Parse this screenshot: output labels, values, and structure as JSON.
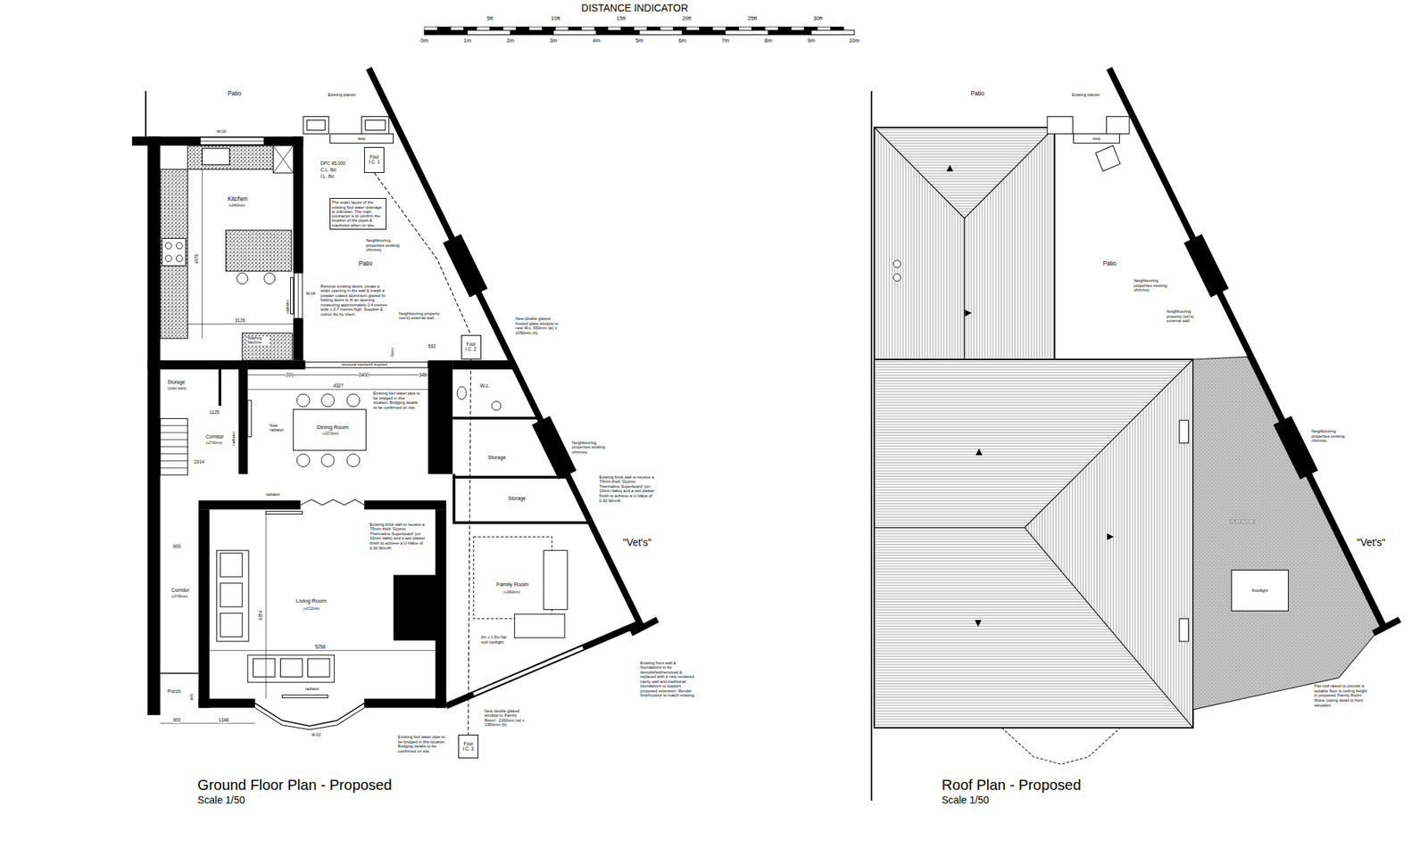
{
  "diagram": {
    "nodes": [
      {
        "text": [
          "step"
        ]
      },
      {
        "text": [
          "Foul I.C. 1"
        ]
      },
      {
        "text": [
          "The exact layout of the existing foul water drainage is unknown. The main contractor is to confirm the location of the pipes & manholes when on site."
        ]
      },
      {
        "text": [
          "Foul I.C. 2"
        ]
      },
      {
        "text": [
          "Foul I.C. 3"
        ]
      },
      {
        "text": [
          "step"
        ]
      },
      {
        "text": [
          "Rooflight"
        ]
      }
    ],
    "edges": [
      {
        "from": 1,
        "to": 3,
        "arrow": "none"
      },
      {
        "from": 3,
        "to": 4,
        "arrow": "none"
      }
    ],
    "labels": [
      "DISTANCE INDICATOR",
      "5ft",
      "10ft",
      "15ft",
      "20ft",
      "25ft",
      "30ft",
      "0m",
      "1m",
      "2m",
      "3m",
      "4m",
      "5m",
      "6m",
      "7m",
      "8m",
      "9m",
      "10m",
      "Patio",
      "Existing planter",
      "W.03",
      "DPC 45.000",
      "C.L. tbc",
      "I.L. tbc",
      "Kitchen",
      "(+2400mm)",
      "4976",
      "Neighbouring properties existing chimney.",
      "Patio",
      "Remove existing doors, create a wider opening in the wall & install a powder coated aluminium glazed bi-folding doors to fit an opening measuring approximately 2.4 metres wide x 2.7 metres high. Supplier & colour tbc by client.",
      "W.04",
      "radiator",
      "Neighbouring property (vet's) external wall.",
      "New double glazed frosted glass window to new W.c. 650mm (w) x 1050mm (h).",
      "3126",
      "Washing Machine",
      "Door",
      "592",
      "structural steelwork required",
      "200",
      "2400",
      "348",
      "Storage",
      "(under stairs)",
      "4327",
      "Existing foul water pipe to be bridged in this location. Bridging details to be confirmed on site.",
      "W.c.",
      "1125",
      "radiator",
      "New radiator.",
      "Dining Room",
      "(+2272mm)",
      "Corridor",
      "(+2743mm)",
      "1914",
      "Storage",
      "Neighbouring properties existing chimney.",
      "Existing brick wall to receive a 70mm thick 'Gyproc Thermaline Superboard' (on 10mm dabs) and a wet plaster finish to achieve a U-Value of 0.30 W/m²K.",
      "Storage",
      "radiator",
      "Existing brick wall to receive a 70mm thick 'Gyproc Thermaline Superboard' (on 10mm dabs) and a wet plaster finish to achieve a U-Value of 0.30 W/m²K.",
      "\"Vet's\"",
      "900",
      "Family Room",
      "(+2400mm)",
      "Corridor",
      "(+2743mm)",
      "Living Room",
      "(+2722mm)",
      "4354",
      "2m x 1.5m flat roof rooflight.",
      "5258",
      "Existing front wall & foundations to be demolished/removed & replaced with a new rendered cavity wall and traditional foundations to support proposed extension. Render finish/colour to match existing.",
      "radiator",
      "Porch",
      "865",
      "New double glazed window to 'Family Room'. 2200mm (w) x 1350mm (h).",
      "900",
      "1348",
      "W.02",
      "Existing foul water pipe to be bridged in this location. Bridging details to be confirmed on site.",
      "Ground Floor Plan - Proposed",
      "Scale 1/50",
      "Patio",
      "Existing planter",
      "Patio",
      "Neighbouring properties existing chimney.",
      "Neighbouring property (vet's) external wall.",
      "Neighbouring properties existing chimney.",
      "FLAT ROOF",
      "\"Vet's\"",
      "Flat roof raised to provide a suitable floor to ceiling height in proposed 'Family Room'. Stone coping detail to front elevation.",
      "Roof Plan - Proposed",
      "Scale 1/50"
    ]
  }
}
